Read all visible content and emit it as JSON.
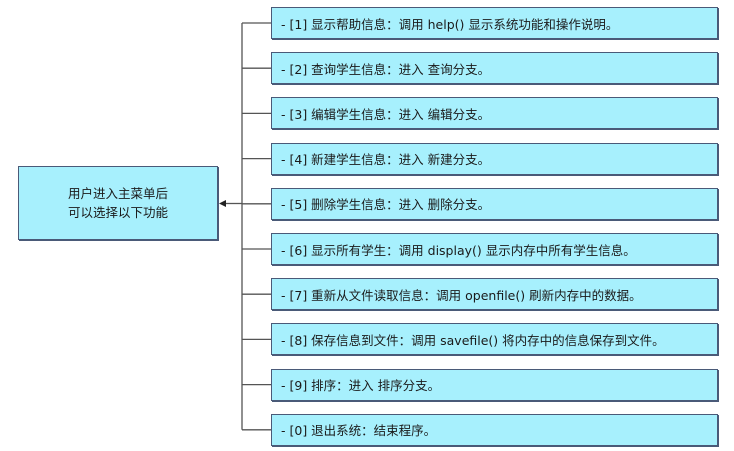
{
  "root": {
    "lines": [
      "用户进入主菜单后",
      "可以选择以下功能"
    ]
  },
  "items": [
    {
      "label": "- [1] 显示帮助信息：调用 help() 显示系统功能和操作说明。"
    },
    {
      "label": "- [2] 查询学生信息：进入 查询分支。"
    },
    {
      "label": "- [3] 编辑学生信息：进入 编辑分支。"
    },
    {
      "label": "- [4] 新建学生信息：进入 新建分支。"
    },
    {
      "label": "- [5] 删除学生信息：进入 删除分支。"
    },
    {
      "label": "- [6] 显示所有学生：调用 display() 显示内存中所有学生信息。"
    },
    {
      "label": "- [7] 重新从文件读取信息：调用 openfile() 刷新内存中的数据。"
    },
    {
      "label": "- [8] 保存信息到文件：调用 savefile() 将内存中的信息保存到文件。"
    },
    {
      "label": "- [9] 排序：进入 排序分支。"
    },
    {
      "label": "- [0] 退出系统：结束程序。"
    }
  ],
  "colors": {
    "node_fill": "#a7f0fd",
    "node_border": "#4a5a78",
    "connector": "#555555"
  }
}
